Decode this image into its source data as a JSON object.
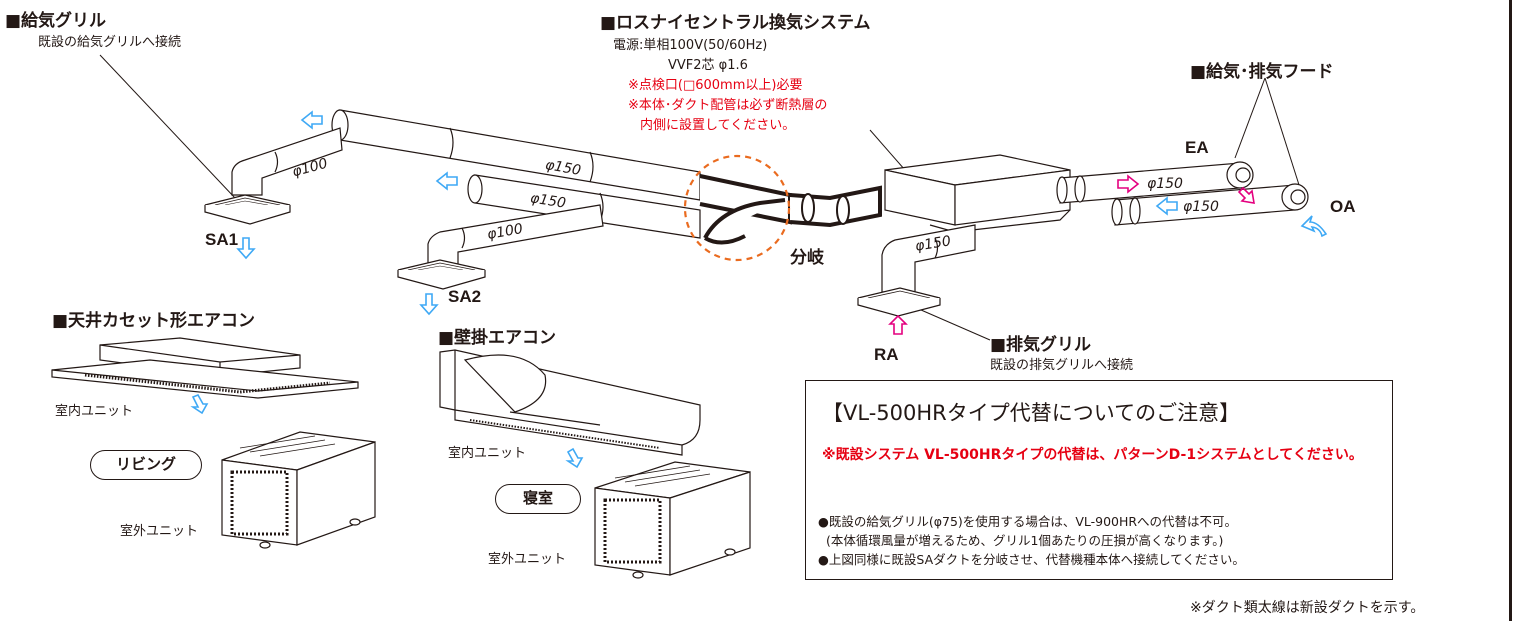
{
  "supply_grille": {
    "title": "■給気グリル",
    "note": "既設の給気グリルへ接続"
  },
  "lossnay": {
    "title": "■ロスナイセントラル換気システム",
    "power": "電源:単相100V(50/60Hz)",
    "cable": "VVF2芯 φ1.6",
    "inspection": "※点検口(□600mm以上)必要",
    "install_line1": "※本体･ダクト配管は必ず断熱層の",
    "install_line2": "内側に設置してください。"
  },
  "hood": {
    "title": "■給気･排気フード"
  },
  "exhaust_grille": {
    "title": "■排気グリル",
    "note": "既設の排気グリルへ接続"
  },
  "ceiling_ac": {
    "title": "■天井カセット形エアコン",
    "indoor": "室内ユニット",
    "room": "リビング",
    "outdoor": "室外ユニット"
  },
  "wall_ac": {
    "title": "■壁掛エアコン",
    "indoor": "室内ユニット",
    "room": "寝室",
    "outdoor": "室外ユニット"
  },
  "labels": {
    "sa1": "SA1",
    "sa2": "SA2",
    "ra": "RA",
    "ea": "EA",
    "oa": "OA",
    "branch": "分岐"
  },
  "diameters": {
    "d100a": "φ100",
    "d150a": "φ150",
    "d150b": "φ150",
    "d100b": "φ100",
    "d150c": "φ150",
    "d150ea": "φ150",
    "d150oa": "φ150"
  },
  "notice": {
    "title": "【VL-500HRタイプ代替についてのご注意】",
    "warning": "※既設システム VL-500HRタイプの代替は、パターンD-1システムとしてください。",
    "bullet1": "●既設の給気グリル(φ75)を使用する場合は、VL-900HRへの代替は不可。",
    "bullet1_sub": "(本体循環風量が増えるため、グリル1個あたりの圧損が高くなります。)",
    "bullet2": "●上図同様に既設SAダクトを分岐させ、代替機種本体へ接続してください。"
  },
  "footer": "※ダクト類太線は新設ダクトを示す。",
  "colors": {
    "supply_arrow": "#3fa9f5",
    "exhaust_arrow": "#e4007f",
    "red_text": "#e60012",
    "branch_circle": "#ea6b1f"
  }
}
